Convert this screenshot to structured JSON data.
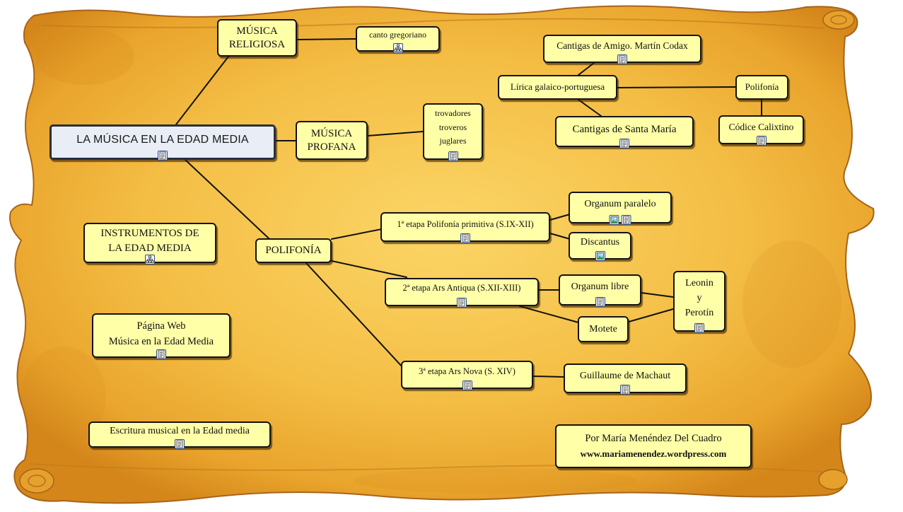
{
  "map": {
    "root": "LA MÚSICA EN LA EDAD MEDIA",
    "musica_religiosa": [
      "MÚSICA",
      "RELIGIOSA"
    ],
    "canto_gregoriano": "canto gregoriano",
    "musica_profana": [
      "MÚSICA",
      "PROFANA"
    ],
    "trovadores": [
      "trovadores",
      "troveros",
      "juglares"
    ],
    "cantigas_amigo": "Cantigas de Amigo. Martín Codax",
    "lirica": "Lírica galaico-portuguesa",
    "polifonia_galaica": "Polifonía",
    "cantigas_santa_maria": "Cantigas de Santa María",
    "codice_calixtino": "Códice Calixtino",
    "instrumentos": [
      "INSTRUMENTOS DE",
      "LA EDAD MEDIA"
    ],
    "polifonia": "POLIFONÍA",
    "etapa_1": "1ª etapa Polifonía primitiva (S.IX-XII)",
    "organum_paralelo": "Organum paralelo",
    "discantus": "Discantus",
    "etapa_2": "2ª etapa Ars Antiqua (S.XII-XIII)",
    "organum_libre": "Organum libre",
    "motete": "Motete",
    "leonin_perotin": [
      "Leonin",
      "y",
      "Perotín"
    ],
    "etapa_3": "3ª etapa Ars Nova (S. XIV)",
    "machaut": "Guillaume de Machaut",
    "pagina_web": [
      "Página Web",
      "Música en la Edad Media"
    ],
    "escritura": "Escritura musical en la Edad media",
    "autor": [
      "Por María Menéndez Del Cuadro",
      "www.mariamenendez.wordpress.com"
    ]
  },
  "resource_icons": {
    "document": "document-icon",
    "submap": "cmap-link-icon",
    "image": "image-icon"
  },
  "colors": {
    "parchment_light": "#fbd566",
    "parchment_dark": "#d4861a",
    "node_fill": "#ffffa8",
    "root_fill": "#e9edf5",
    "node_border": "#141414",
    "connector": "#111111"
  }
}
